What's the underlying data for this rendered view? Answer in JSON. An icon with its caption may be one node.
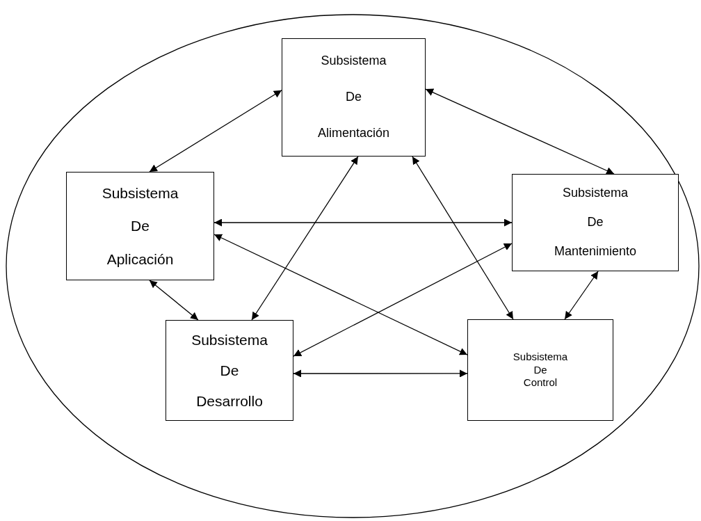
{
  "diagram": {
    "nodes": [
      {
        "text": [],
        "shape": "ellipse"
      },
      {
        "text": [
          "Subsistema",
          "De",
          "Alimentación"
        ],
        "in": 0
      },
      {
        "text": [
          "Subsistema",
          "De",
          "Aplicación"
        ],
        "in": 0
      },
      {
        "text": [
          "Subsistema",
          "De",
          "Mantenimiento"
        ],
        "in": 0
      },
      {
        "text": [
          "Subsistema",
          "De",
          "Desarrollo"
        ],
        "in": 0
      },
      {
        "text": [
          "Subsistema",
          "De",
          "Control"
        ],
        "in": 0
      }
    ],
    "edges": [
      {
        "from": 1,
        "to": 2,
        "arrow": "both"
      },
      {
        "from": 1,
        "to": 3,
        "arrow": "both"
      },
      {
        "from": 2,
        "to": 3,
        "arrow": "both"
      },
      {
        "from": 2,
        "to": 5,
        "arrow": "both"
      },
      {
        "from": 1,
        "to": 4,
        "arrow": "both"
      },
      {
        "from": 1,
        "to": 5,
        "arrow": "both"
      },
      {
        "from": 3,
        "to": 4,
        "arrow": "both"
      },
      {
        "from": 2,
        "to": 4,
        "arrow": "both"
      },
      {
        "from": 3,
        "to": 5,
        "arrow": "both"
      },
      {
        "from": 4,
        "to": 5,
        "arrow": "both"
      }
    ]
  }
}
